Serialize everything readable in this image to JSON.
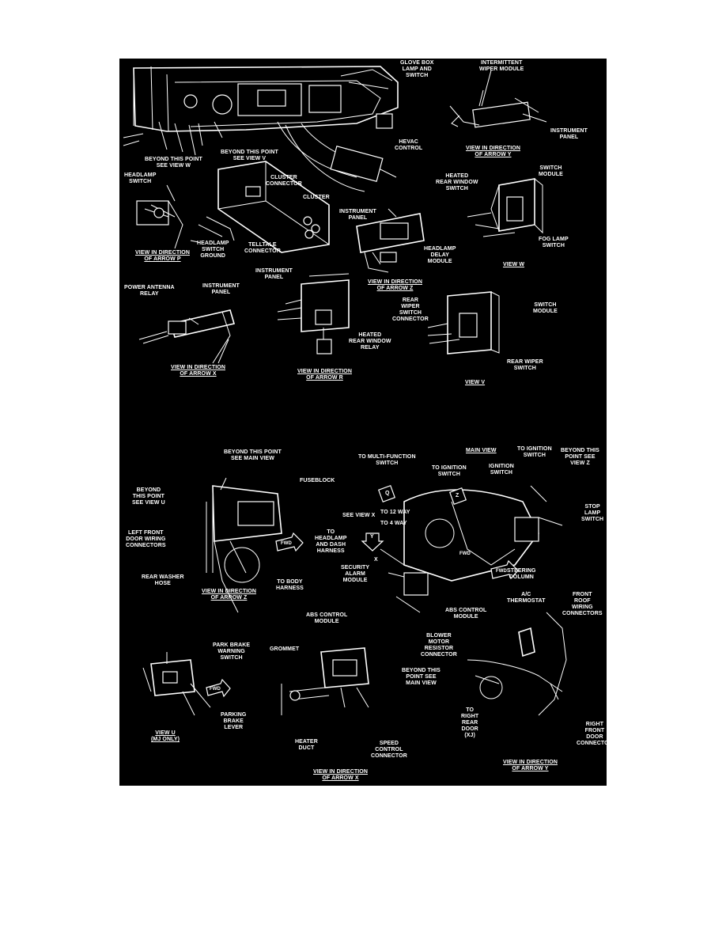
{
  "labels": {
    "glove_box": "GLOVE BOX\nLAMP AND\nSWITCH",
    "intermittent_wiper": "INTERMITTENT\nWIPER MODULE",
    "instrument_panel_y": "INSTRUMENT\nPANEL",
    "hevac_control": "HEVAC\nCONTROL",
    "view_arrow_y_top": "VIEW IN DIRECTION\nOF ARROW Y",
    "beyond_w": "BEYOND THIS POINT\nSEE VIEW W",
    "beyond_v": "BEYOND THIS POINT\nSEE VIEW V",
    "headlamp_switch": "HEADLAMP\nSWITCH",
    "cluster_connector": "CLUSTER\nCONNECTOR",
    "cluster": "CLUSTER",
    "headlamp_switch_ground": "HEADLAMP\nSWITCH\nGROUND",
    "telltale_connector": "TELLTALE\nCONNECTOR",
    "view_arrow_p": "VIEW IN DIRECTION\nOF ARROW P",
    "heated_rear_window_switch": "HEATED\nREAR WINDOW\nSWITCH",
    "switch_module_w": "SWITCH\nMODULE",
    "instrument_panel_z": "INSTRUMENT\nPANEL",
    "headlamp_delay": "HEADLAMP\nDELAY\nMODULE",
    "fog_lamp_switch": "FOG LAMP\nSWITCH",
    "view_w": "VIEW W",
    "view_arrow_z": "VIEW IN DIRECTION\nOF ARROW Z",
    "power_antenna_relay": "POWER ANTENNA\nRELAY",
    "instrument_panel_x": "INSTRUMENT\nPANEL",
    "instrument_panel_r": "INSTRUMENT\nPANEL",
    "heated_rear_window_relay": "HEATED\nREAR WINDOW\nRELAY",
    "view_arrow_x_mid": "VIEW IN DIRECTION\nOF ARROW X",
    "view_arrow_r": "VIEW IN DIRECTION\nOF ARROW R",
    "rear_wiper_switch_connector": "REAR\nWIPER\nSWITCH\nCONNECTOR",
    "switch_module_v": "SWITCH\nMODULE",
    "rear_wiper_switch": "REAR WIPER\nSWITCH",
    "view_v": "VIEW V",
    "beyond_main": "BEYOND THIS POINT\nSEE MAIN VIEW",
    "fuseblock": "FUSEBLOCK",
    "beyond_u": "BEYOND\nTHIS POINT\nSEE VIEW U",
    "left_front_door": "LEFT FRONT\nDOOR WIRING\nCONNECTORS",
    "to_headlamp_dash": "TO\nHEADLAMP\nAND DASH\nHARNESS",
    "rear_washer_hose": "REAR WASHER\nHOSE",
    "view_arrow_z2": "VIEW IN DIRECTION\nOF ARROW Z",
    "to_body_harness": "TO BODY\nHARNESS",
    "to_multifunction": "TO MULTI-FUNCTION\nSWITCH",
    "main_view": "MAIN VIEW",
    "to_ignition_1": "TO IGNITION\nSWITCH",
    "to_ignition_2": "TO IGNITION\nSWITCH",
    "ignition_switch": "IGNITION\nSWITCH",
    "beyond_z": "BEYOND THIS\nPOINT SEE\nVIEW Z",
    "see_view_x": "SEE VIEW X",
    "to_12_way": "TO 12 WAY",
    "to_4_way": "TO 4 WAY",
    "stop_lamp": "STOP\nLAMP\nSWITCH",
    "security_alarm": "SECURITY\nALARM\nMODULE",
    "steering_column": "STEERING\nCOLUMN",
    "abs_module_main": "ABS CONTROL\nMODULE",
    "ac_thermostat": "A/C\nTHERMOSTAT",
    "front_roof": "FRONT\nROOF\nWIRING\nCONNECTORS",
    "park_brake_warning": "PARK BRAKE\nWARNING\nSWITCH",
    "abs_module_x": "ABS CONTROL\nMODULE",
    "grommet": "GROMMET",
    "beyond_main_2": "BEYOND THIS\nPOINT SEE\nMAIN VIEW",
    "blower_motor": "BLOWER\nMOTOR\nRESISTOR\nCONNECTOR",
    "parking_brake_lever": "PARKING\nBRAKE\nLEVER",
    "to_right_rear_door": "TO\nRIGHT\nREAR\nDOOR\n(XJ)",
    "right_front_door": "RIGHT\nFRONT\nDOOR\nCONNECTOR",
    "view_u": "VIEW U\n(MJ ONLY)",
    "heater_duct": "HEATER\nDUCT",
    "speed_control": "SPEED\nCONTROL\nCONNECTOR",
    "view_arrow_x_bottom": "VIEW IN DIRECTION\nOF ARROW X",
    "view_arrow_y_bottom": "VIEW IN DIRECTION\nOF ARROW Y"
  },
  "arrow_letters": {
    "q": "Q",
    "y": "Y",
    "z": "Z",
    "x": "X",
    "fwd_1": "FWD",
    "fwd_2": "FWD",
    "fwd_3": "FWD",
    "fwd_4": "FWD"
  },
  "colors": {
    "background": "#000000",
    "ink": "#ffffff",
    "page": "#ffffff"
  }
}
